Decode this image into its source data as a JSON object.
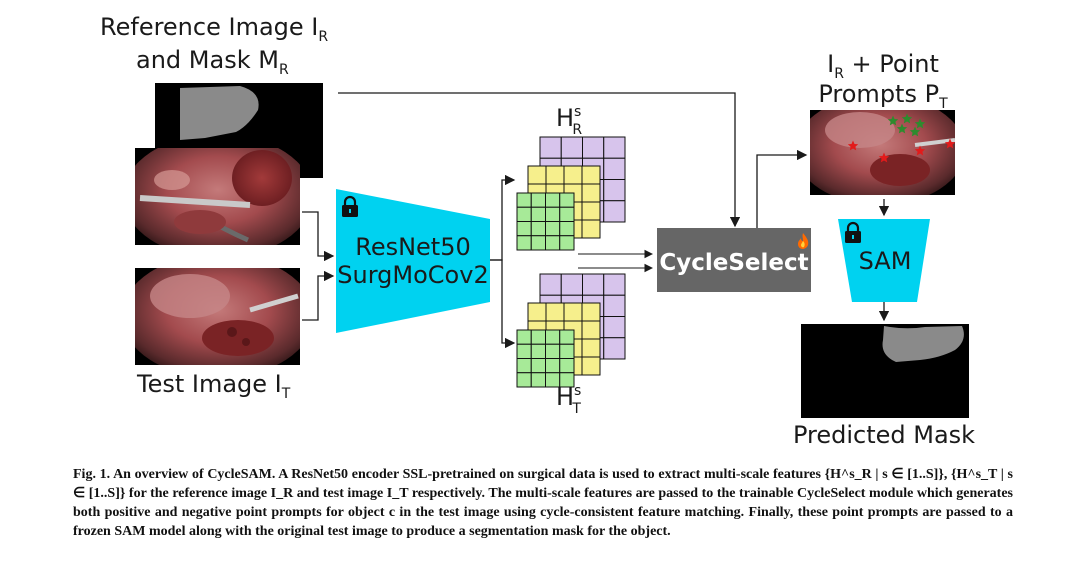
{
  "diagram": {
    "reference_title_line1": "Reference Image I",
    "reference_title_sub1": "R",
    "reference_title_line2": "and Mask M",
    "reference_title_sub2": "R",
    "test_title": "Test Image I",
    "test_title_sub": "T",
    "encoder_line1": "ResNet50",
    "encoder_line2": "SurgMoCov2",
    "feature_ref_label": "H",
    "feature_ref_sup": "s",
    "feature_ref_sub": "R",
    "feature_test_label": "H",
    "feature_test_sup": "s",
    "feature_test_sub": "T",
    "cycleselect_label": "CycleSelect",
    "prompts_title_line1_a": "I",
    "prompts_title_line1_sub": "R",
    "prompts_title_line1_b": " + Point",
    "prompts_title_line2": "Prompts P",
    "prompts_title_line2_sub": "T",
    "sam_label": "SAM",
    "predicted_title": "Predicted Mask"
  },
  "colors": {
    "encoder": "#00d2f0",
    "sam": "#00d2f0",
    "cycleselect": "#666666",
    "grid_purple": "#d7c4ec",
    "grid_yellow": "#f6ef8c",
    "grid_green": "#a7ea98",
    "star_positive": "#2e8b2e",
    "star_negative": "#e21b1b",
    "flame": "#ff6a00"
  },
  "icons": {
    "lock": "lock-icon",
    "flame": "flame-icon",
    "star": "star-icon"
  },
  "caption": {
    "fig_label": "Fig. 1.",
    "text": "An overview of CycleSAM. A ResNet50 encoder SSL-pretrained on surgical data is used to extract multi-scale features {H^s_R | s ∈ [1..S]}, {H^s_T | s ∈ [1..S]} for the reference image I_R and test image I_T respectively. The multi-scale features are passed to the trainable CycleSelect module which generates both positive and negative point prompts for object c in the test image using cycle-consistent feature matching. Finally, these point prompts are passed to a frozen SAM model along with the original test image to produce a segmentation mask for the object."
  }
}
